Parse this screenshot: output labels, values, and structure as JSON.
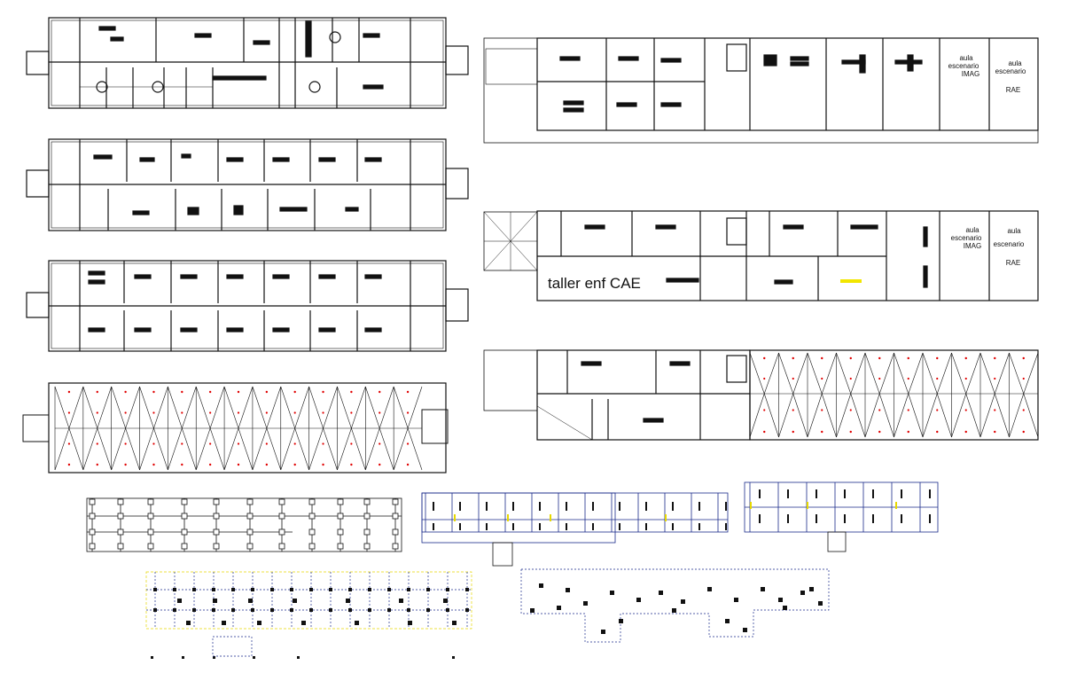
{
  "labels": {
    "aula_1": "aula",
    "escenario_1": "escenario",
    "imag": "IMAG",
    "aula_2": "aula",
    "escenario_2": "escenario",
    "rae_1": "RAE",
    "aula_3": "aula",
    "escenario_3": "escenario",
    "imag_2": "IMAG",
    "aula_4": "aula",
    "escenario_4": "escenario",
    "rae_2": "RAE",
    "taller": "taller enf CAE"
  },
  "colors": {
    "line": "#111111",
    "arrow": "#e00000",
    "highlight": "#f2e600",
    "grid_blue": "#1a2a8a",
    "grid_yellow": "#e6d800"
  }
}
